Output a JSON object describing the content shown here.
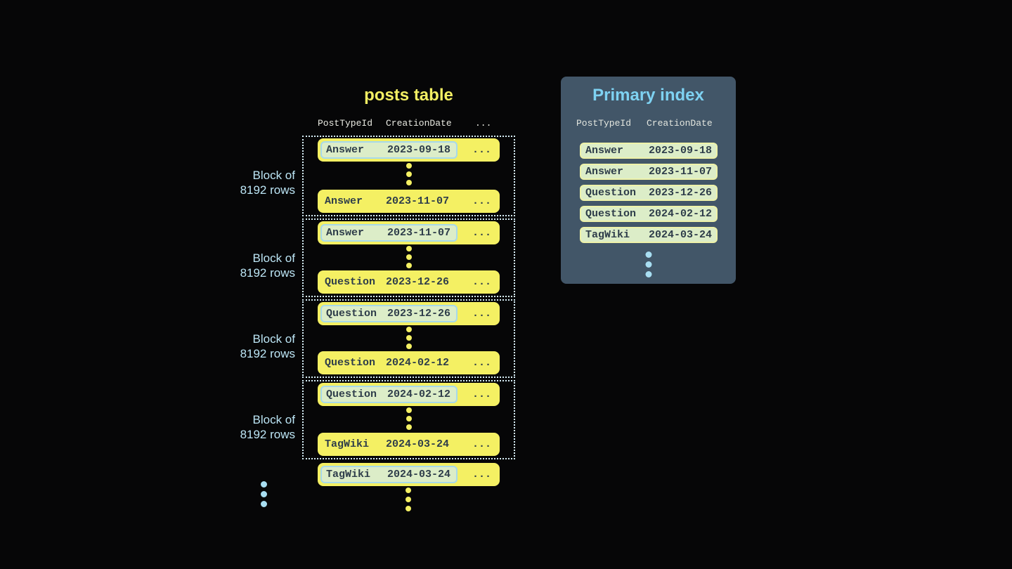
{
  "posts_table": {
    "title": "posts table",
    "header": {
      "col1": "PostTypeId",
      "col2": "CreationDate",
      "col3": "..."
    },
    "blocks": [
      {
        "label_line1": "Block of",
        "label_line2": "8192 rows",
        "first_row": {
          "type": "Answer",
          "date": "2023-09-18",
          "more": "..."
        },
        "last_row": {
          "type": "Answer",
          "date": "2023-11-07",
          "more": "..."
        }
      },
      {
        "label_line1": "Block of",
        "label_line2": "8192 rows",
        "first_row": {
          "type": "Answer",
          "date": "2023-11-07",
          "more": "..."
        },
        "last_row": {
          "type": "Question",
          "date": "2023-12-26",
          "more": "..."
        }
      },
      {
        "label_line1": "Block of",
        "label_line2": "8192 rows",
        "first_row": {
          "type": "Question",
          "date": "2023-12-26",
          "more": "..."
        },
        "last_row": {
          "type": "Question",
          "date": "2024-02-12",
          "more": "..."
        }
      },
      {
        "label_line1": "Block of",
        "label_line2": "8192 rows",
        "first_row": {
          "type": "Question",
          "date": "2024-02-12",
          "more": "..."
        },
        "last_row": {
          "type": "TagWiki",
          "date": "2024-03-24",
          "more": "..."
        }
      }
    ],
    "overflow_row": {
      "type": "TagWiki",
      "date": "2024-03-24",
      "more": "..."
    }
  },
  "primary_index": {
    "title": "Primary index",
    "header": {
      "col1": "PostTypeId",
      "col2": "CreationDate"
    },
    "rows": [
      {
        "type": "Answer",
        "date": "2023-09-18"
      },
      {
        "type": "Answer",
        "date": "2023-11-07"
      },
      {
        "type": "Question",
        "date": "2023-12-26"
      },
      {
        "type": "Question",
        "date": "2024-02-12"
      },
      {
        "type": "TagWiki",
        "date": "2024-03-24"
      }
    ]
  },
  "colors": {
    "background": "#060607",
    "row_yellow": "#f4f063",
    "highlight_fill": "#dcedc8",
    "highlight_border_blue": "#a7d9ea",
    "index_row_border_yellow": "#eef2a9",
    "dark_text": "#2e3d4a",
    "panel_bg": "#425668",
    "index_title_blue": "#7ed2f2",
    "block_label_blue": "#bce5f5",
    "header_text": "#e9eae2",
    "dotted_border": "#d7eef7",
    "cyan_dot": "#a8def2"
  }
}
